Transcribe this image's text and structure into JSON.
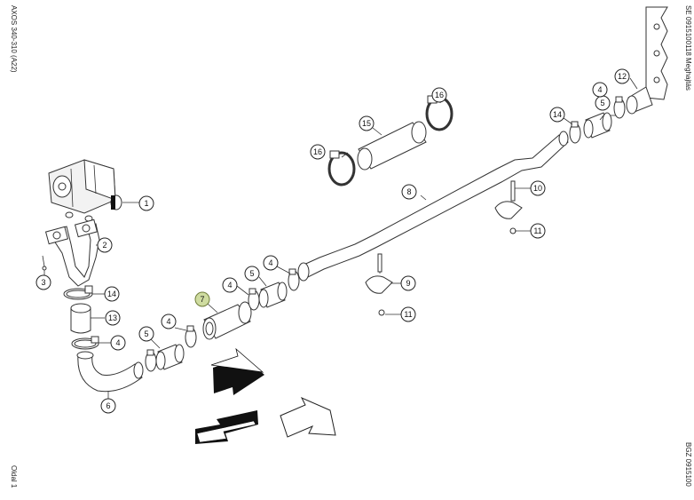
{
  "margin_text": {
    "left_top": "AXOS 340-310 (A22)",
    "left_bottom": "Oldal 1",
    "right_top": "SE 0915100118 Meghajtás",
    "right_bottom": "BGZ 0915100"
  },
  "callouts": [
    {
      "id": "c1",
      "label": "1"
    },
    {
      "id": "c2",
      "label": "2"
    },
    {
      "id": "c3",
      "label": "3"
    },
    {
      "id": "c14a",
      "label": "14"
    },
    {
      "id": "c13",
      "label": "13"
    },
    {
      "id": "c4a",
      "label": "4"
    },
    {
      "id": "c6",
      "label": "6"
    },
    {
      "id": "c5a",
      "label": "5"
    },
    {
      "id": "c4b",
      "label": "4"
    },
    {
      "id": "c7",
      "label": "7"
    },
    {
      "id": "c4c",
      "label": "4"
    },
    {
      "id": "c5b",
      "label": "5"
    },
    {
      "id": "c4d",
      "label": "4"
    },
    {
      "id": "c9",
      "label": "9"
    },
    {
      "id": "c11a",
      "label": "11"
    },
    {
      "id": "c8",
      "label": "8"
    },
    {
      "id": "c16a",
      "label": "16"
    },
    {
      "id": "c15",
      "label": "15"
    },
    {
      "id": "c16b",
      "label": "16"
    },
    {
      "id": "c10",
      "label": "10"
    },
    {
      "id": "c11b",
      "label": "11"
    },
    {
      "id": "c14b",
      "label": "14"
    },
    {
      "id": "c5c",
      "label": "5"
    },
    {
      "id": "c4e",
      "label": "4"
    },
    {
      "id": "c12",
      "label": "12"
    }
  ],
  "highlight_color": "#cfdca0",
  "icons": [
    "travel-direction-arrow-icon",
    "reverse-direction-arrow-icon",
    "outline-direction-arrow-icon"
  ]
}
